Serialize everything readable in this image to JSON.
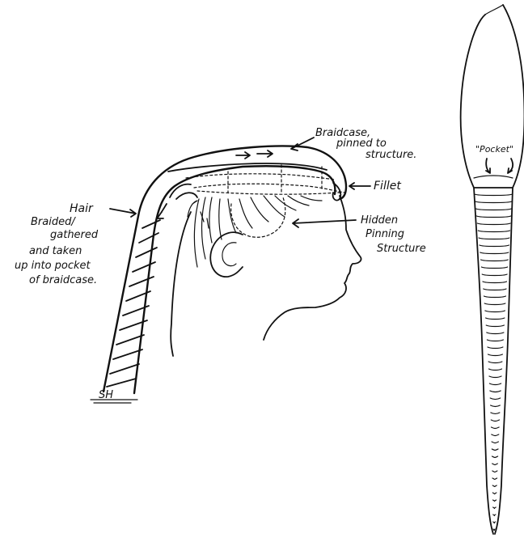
{
  "labels": {
    "braidcase_line1": "Braidcase,",
    "braidcase_line2": "pinned to",
    "braidcase_line3": "structure.",
    "fillet": "Fillet",
    "hair_line1": "Hair",
    "hair_line2": "Braided/",
    "hair_line3": "gathered",
    "hair_line4": "and taken",
    "hair_line5": "up into pocket",
    "hair_line6": "of braidcase.",
    "hidden_line1": "Hidden",
    "hidden_line2": "Pinning",
    "hidden_line3": "Structure",
    "pocket": "\"Pocket\"",
    "signature": "SH"
  }
}
